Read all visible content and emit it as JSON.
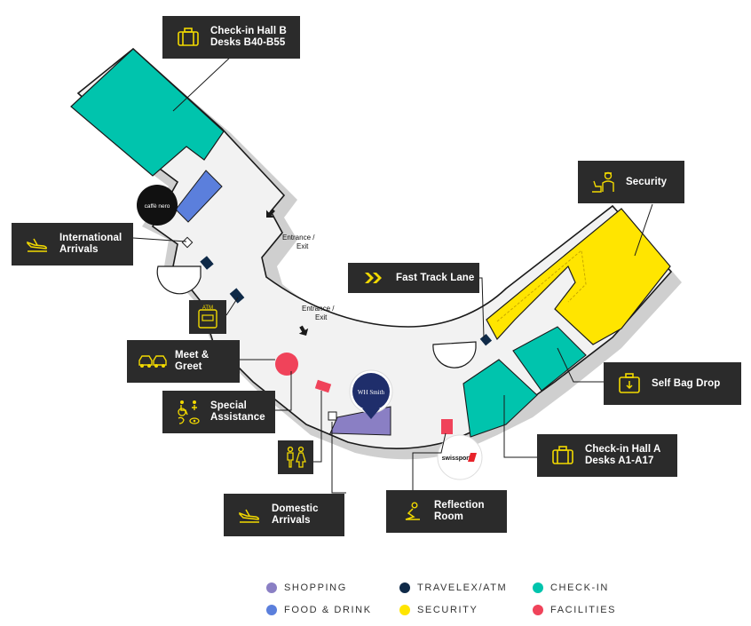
{
  "colors": {
    "shopping": "#8a7fc4",
    "food_drink": "#5b7fdc",
    "travelex_atm": "#0f2a48",
    "check_in": "#00c4ad",
    "security": "#ffe500",
    "facilities": "#f0435a",
    "floor": "#f2f2f2",
    "wall": "#1a1a1a",
    "shadow": "#cfcfcf",
    "callout_bg": "#2b2b2b",
    "icon_yellow": "#f2d900"
  },
  "callouts": {
    "checkin_b": {
      "line1": "Check-in Hall B",
      "line2": "Desks B40-B55",
      "icon": "luggage-icon"
    },
    "intl_arrivals": {
      "line1": "International",
      "line2": "Arrivals",
      "icon": "plane-landing-icon"
    },
    "atm": {
      "label": "ATM",
      "icon": "atm-icon"
    },
    "meet_greet": {
      "line1": "Meet &",
      "line2": "Greet",
      "icon": "cars-icon"
    },
    "special_assist": {
      "line1": "Special",
      "line2": "Assistance",
      "icon": "accessibility-icon"
    },
    "toilets": {
      "icon": "toilets-icon"
    },
    "domestic_arrivals": {
      "line1": "Domestic",
      "line2": "Arrivals",
      "icon": "plane-landing-icon"
    },
    "reflection_room": {
      "line1": "Reflection",
      "line2": "Room",
      "icon": "prayer-icon"
    },
    "checkin_a": {
      "line1": "Check-in Hall A",
      "line2": "Desks A1-A17",
      "icon": "luggage-icon"
    },
    "self_bag_drop": {
      "line1": "Self Bag Drop",
      "icon": "bag-drop-icon"
    },
    "fast_track": {
      "line1": "Fast Track Lane",
      "icon": "chevrons-icon"
    },
    "security": {
      "line1": "Security",
      "icon": "security-officer-icon"
    }
  },
  "map_labels": {
    "entrance1_line1": "Entrance /",
    "entrance1_line2": "Exit",
    "entrance2_line1": "Entrance /",
    "entrance2_line2": "Exit"
  },
  "brands": {
    "cafe": "caffè nero",
    "whsmith": "WH Smith",
    "swissport": "swissport"
  },
  "legend": [
    {
      "label": "SHOPPING",
      "color": "#8a7fc4"
    },
    {
      "label": "TRAVELEX/ATM",
      "color": "#0f2a48"
    },
    {
      "label": "CHECK-IN",
      "color": "#00c4ad"
    },
    {
      "label": "FOOD & DRINK",
      "color": "#5b7fdc"
    },
    {
      "label": "SECURITY",
      "color": "#ffe500"
    },
    {
      "label": "FACILITIES",
      "color": "#f0435a"
    }
  ]
}
